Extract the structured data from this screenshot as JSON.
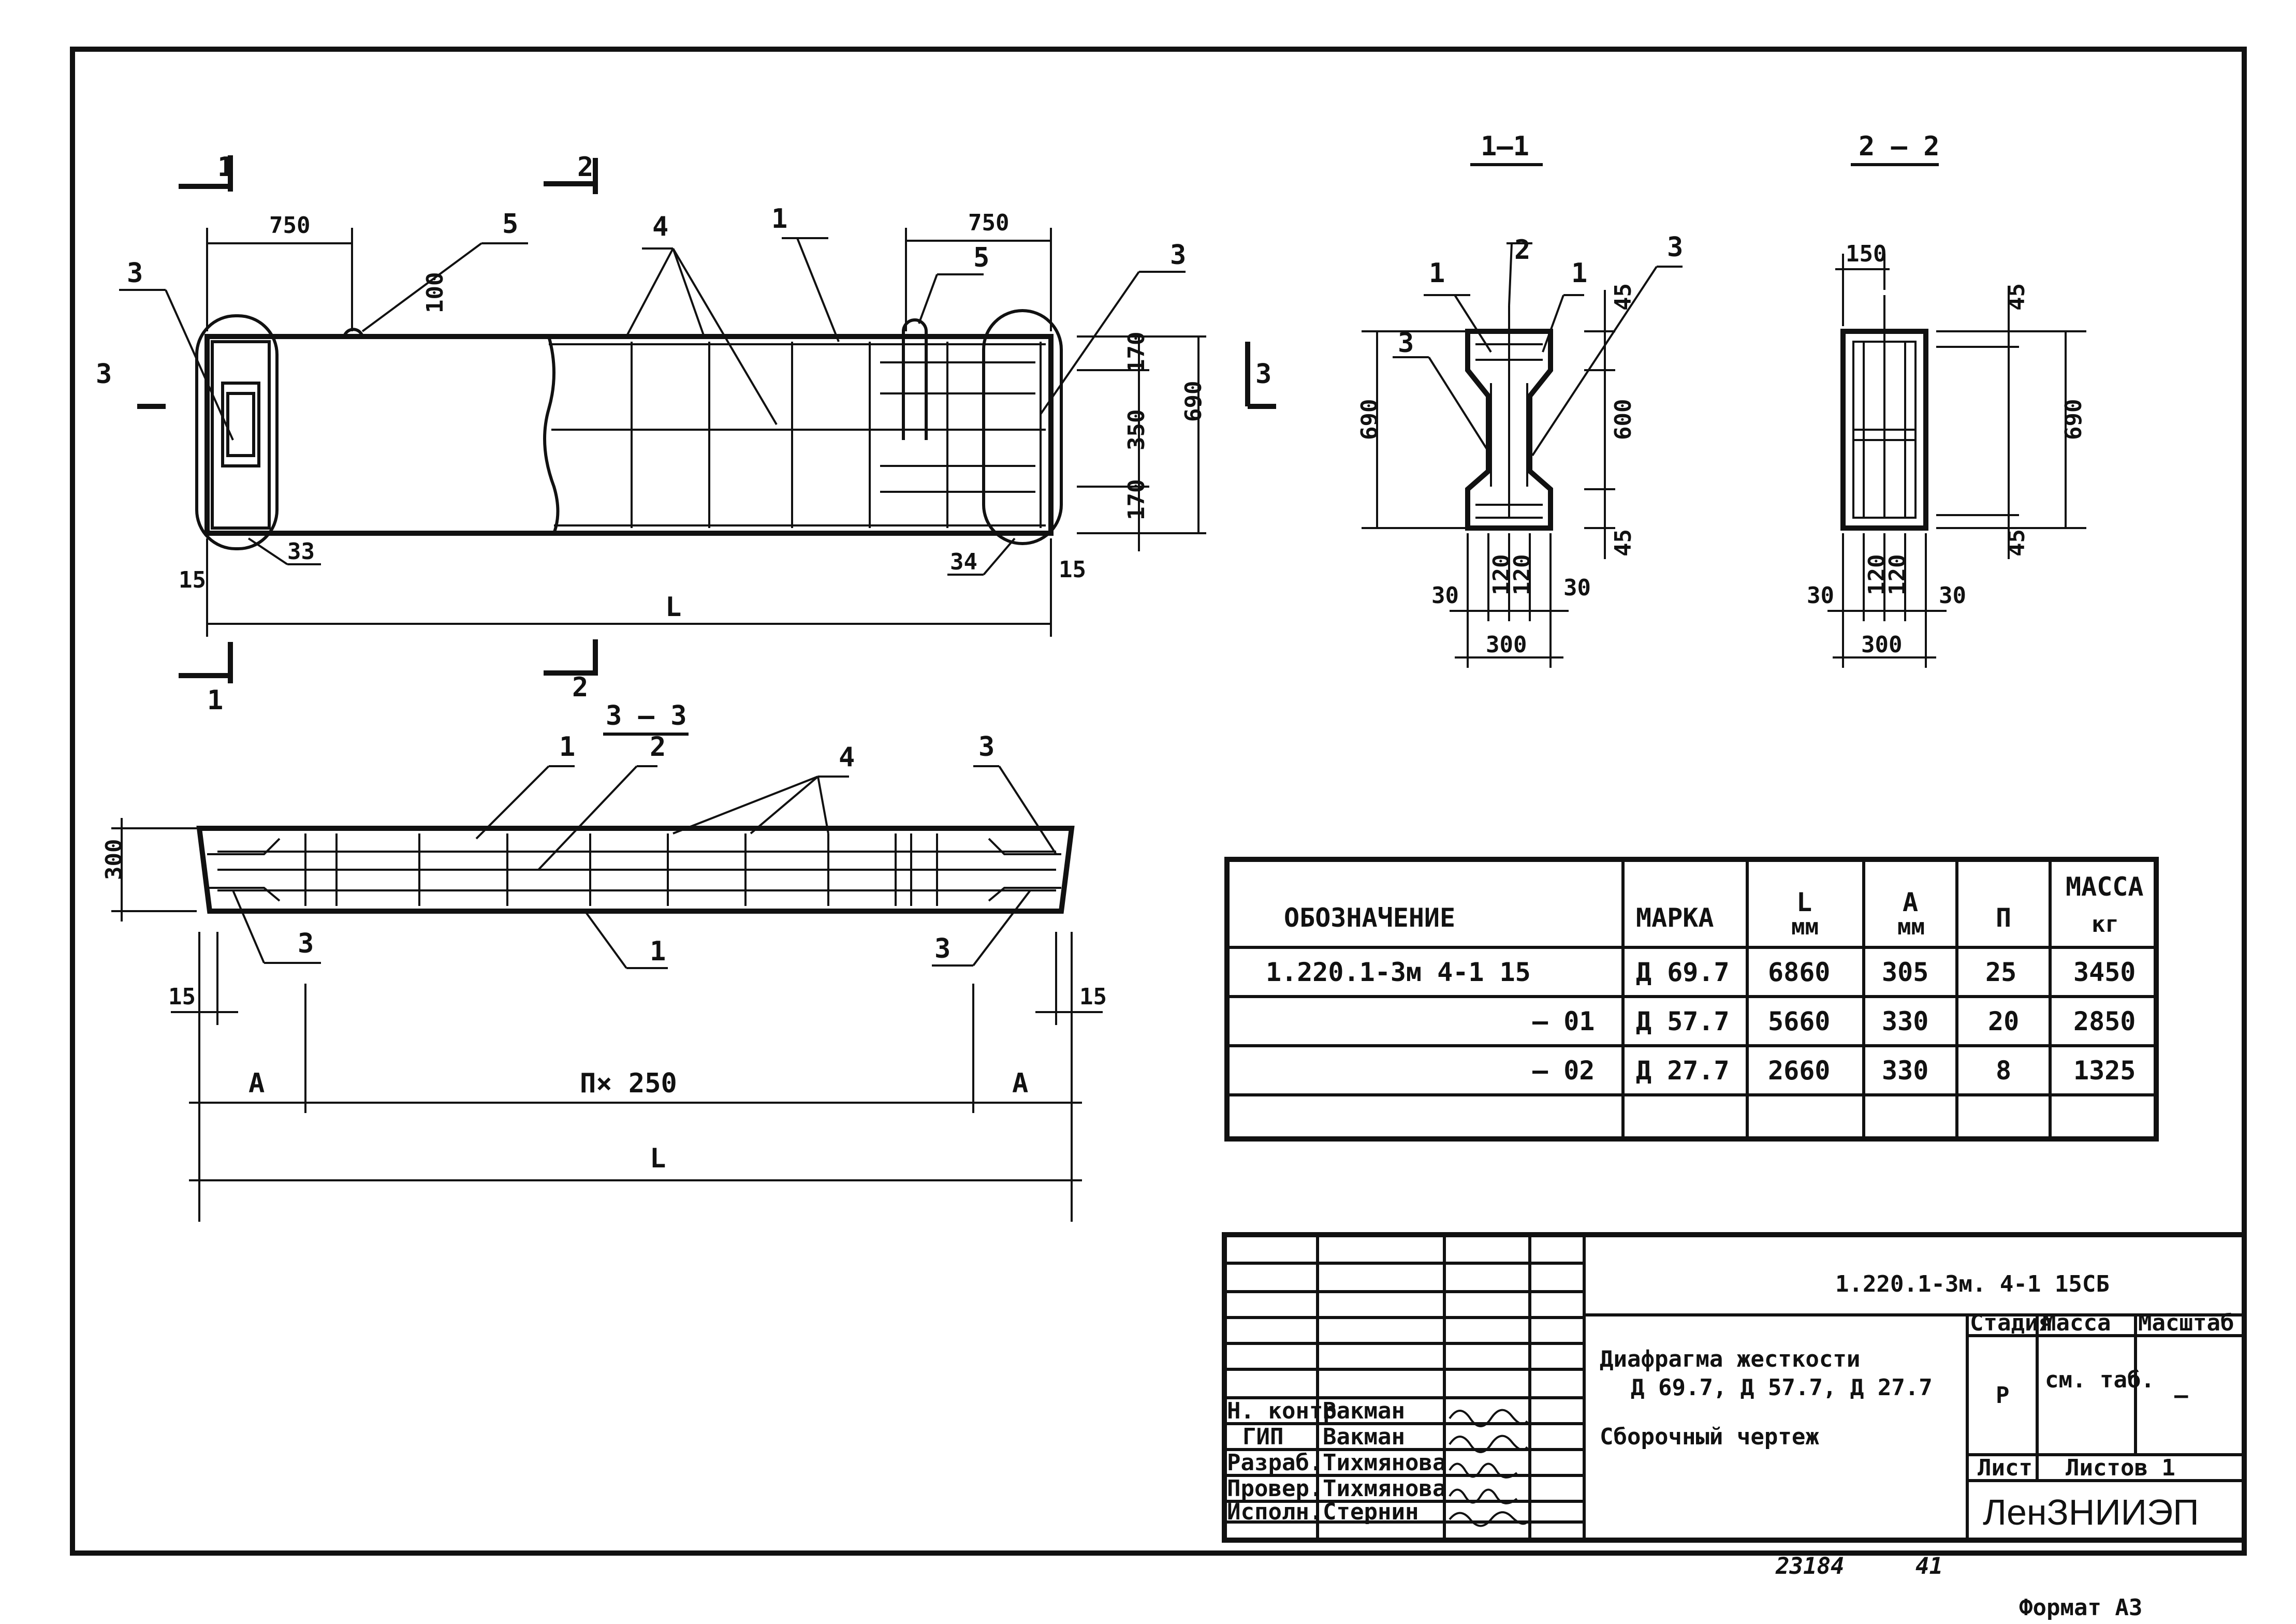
{
  "frame": {
    "format": "Формат А3",
    "page_note": "23184",
    "sheet_no": "41"
  },
  "elevation": {
    "section_marks": [
      "1",
      "1",
      "2",
      "2",
      "3",
      "3"
    ],
    "dims": {
      "left_750": "750",
      "right_750": "750",
      "d100": "100",
      "d15_left": "15",
      "d15_right": "15",
      "L": "L",
      "d170_top": "170",
      "d350": "350",
      "d170_bot": "170",
      "d690": "690"
    },
    "callouts": {
      "c1": "1",
      "c3_left": "3",
      "c3_right": "3",
      "c4": "4",
      "c5_left": "5",
      "c5_right": "5",
      "c33": "33",
      "c34": "34"
    }
  },
  "section_1_1": {
    "title": "1—1",
    "callouts": {
      "c2": "2",
      "c1a": "1",
      "c1b": "1",
      "c3a": "3",
      "c3b": "3"
    },
    "dims": {
      "d690": "690",
      "d600": "600",
      "d45_top": "45",
      "d45_bot": "45",
      "d30_l": "30",
      "d120_a": "120",
      "d120_b": "120",
      "d30_r": "30",
      "d300": "300"
    }
  },
  "section_2_2": {
    "title": "2 — 2",
    "dims": {
      "d150": "150",
      "d45_top": "45",
      "d690": "690",
      "d45_bot": "45",
      "d30_l": "30",
      "d120_a": "120",
      "d120_b": "120",
      "d30_r": "30",
      "d300": "300"
    }
  },
  "plan_3_3": {
    "title": "3 — 3",
    "callouts": {
      "c1_top": "1",
      "c2": "2",
      "c4": "4",
      "c3_top": "3",
      "c3_bl": "3",
      "c1_bot": "1",
      "c3_br": "3"
    },
    "dims": {
      "d300": "300",
      "d15_l": "15",
      "d15_r": "15",
      "A_l": "А",
      "nx250": "П× 250",
      "A_r": "А",
      "L": "L"
    }
  },
  "spec_table": {
    "headers": [
      "ОБОЗНАЧЕНИЕ",
      "МАРКА",
      "L",
      "А",
      "П",
      "МАССА"
    ],
    "units": {
      "L": "мм",
      "A": "мм",
      "mass": "кг"
    },
    "rows": [
      {
        "code": "1.220.1-3м  4-1    15",
        "mark": "Д 69.7",
        "L": "6860",
        "A": "305",
        "n": "25",
        "mass": "3450"
      },
      {
        "code": "— 01",
        "mark": "Д 57.7",
        "L": "5660",
        "A": "330",
        "n": "20",
        "mass": "2850"
      },
      {
        "code": "— 02",
        "mark": "Д 27.7",
        "L": "2660",
        "A": "330",
        "n": "8",
        "mass": "1325"
      }
    ]
  },
  "title_block": {
    "doc_code": "1.220.1-3м.  4-1   15СБ",
    "title_line1": "Диафрагма   жесткости",
    "title_line2": "Д 69.7, Д 57.7, Д 27.7",
    "title_line3": "Сборочный   чертеж",
    "stage_header": "Стадия",
    "mass_header": "Масса",
    "scale_header": "Масштаб",
    "stage": "Р",
    "mass": "см. таб.",
    "scale": "—",
    "sheet_label": "Лист",
    "sheets_label": "Листов 1",
    "org": "ЛенЗНИИЭП",
    "signatures": [
      {
        "role": "Н. контр",
        "name": "Вакман"
      },
      {
        "role": "ГИП",
        "name": "Вакман"
      },
      {
        "role": "Разраб.",
        "name": "Тихмянова"
      },
      {
        "role": "Провер.",
        "name": "Тихмянова"
      },
      {
        "role": "Исполн.",
        "name": "Стернин"
      }
    ]
  }
}
